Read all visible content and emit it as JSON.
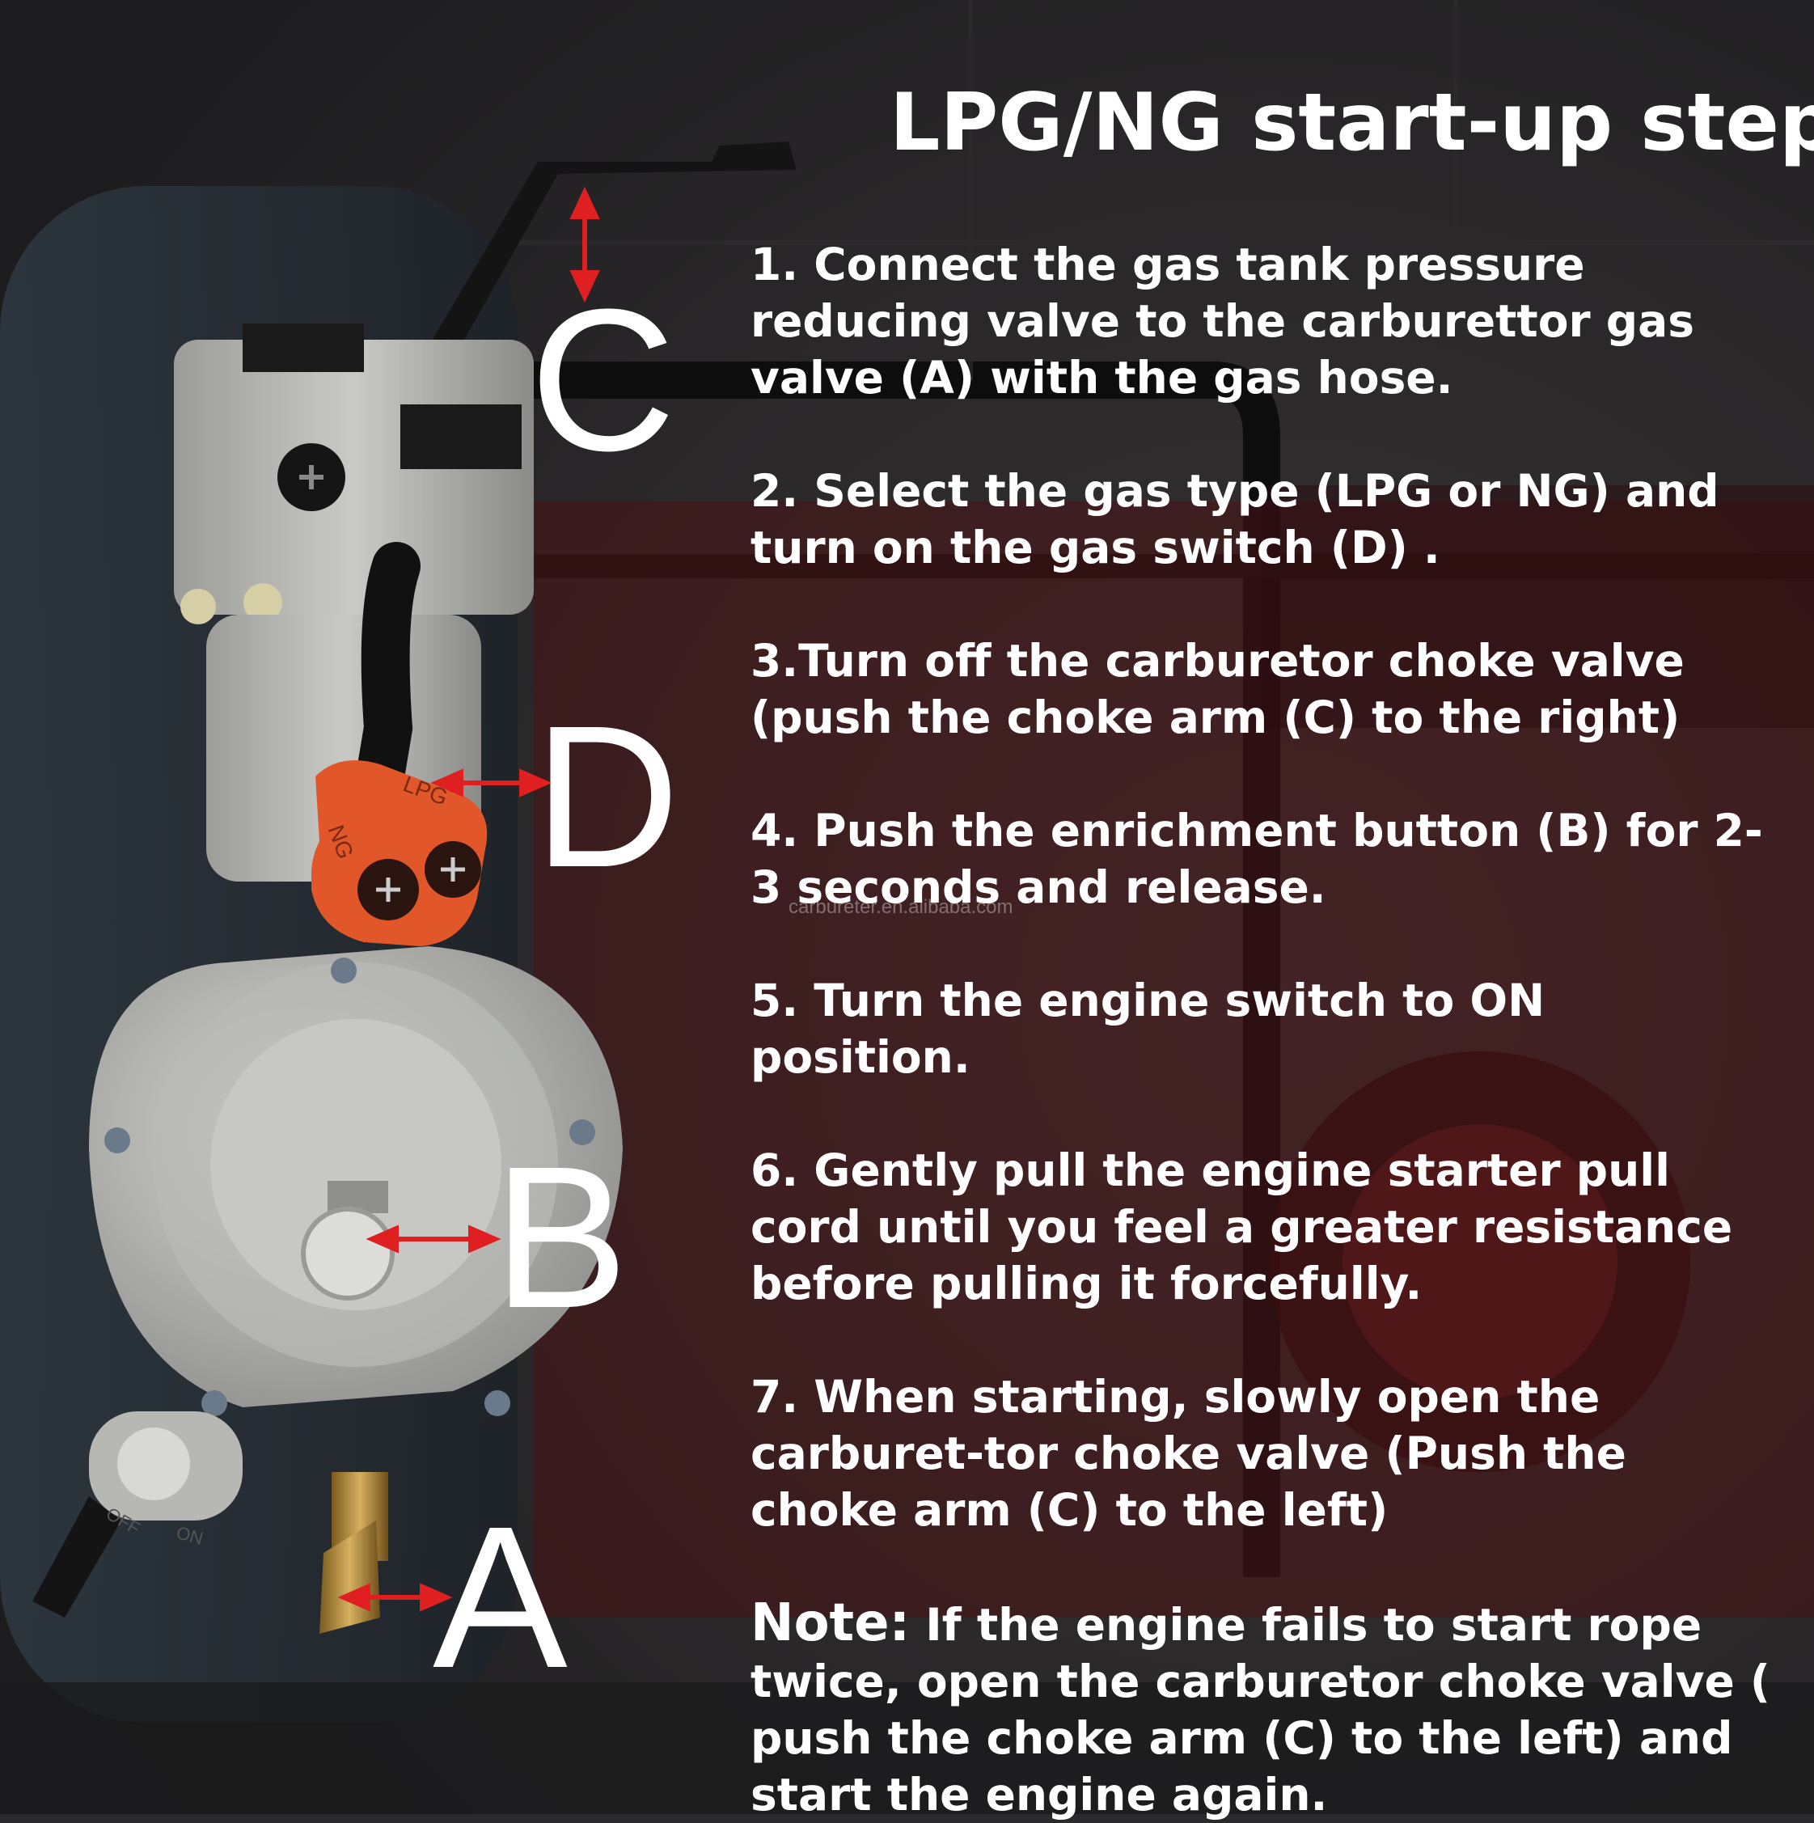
{
  "title": "LPG/NG start-up steps",
  "steps": [
    "1. Connect the gas tank pressure reducing valve to the carburettor gas valve (A) with the gas hose.",
    "2. Select the gas type (LPG or NG) and turn on the gas switch (D) .",
    "3.Turn off the carburetor choke valve (push the choke arm (C) to the right)",
    "4. Push the enrichment button (B) for 2-3 seconds and release.",
    "5. Turn the engine switch to ON position.",
    "6. Gently pull the engine starter pull cord until you feel a greater resistance before pulling it forcefully.",
    "7. When starting, slowly open the carburet-tor choke valve  (Push the choke arm (C) to the left)"
  ],
  "note": {
    "label": "Note:",
    "text": " If the engine fails to start rope twice, open the  carburetor choke valve ( push the choke arm (C) to the left)  and start the engine again."
  },
  "labels": {
    "a": "A",
    "b": "B",
    "c": "C",
    "d": "D"
  },
  "valve_marks": {
    "lpg": "LPG",
    "ng": "NG",
    "off": "OFF",
    "on": "ON"
  },
  "watermark": "carbureter.en.alibaba.com",
  "colors": {
    "arrow": "#e02020",
    "valve_orange": "#e2572a",
    "metal": "#a9a9a6",
    "text": "#ffffff"
  }
}
